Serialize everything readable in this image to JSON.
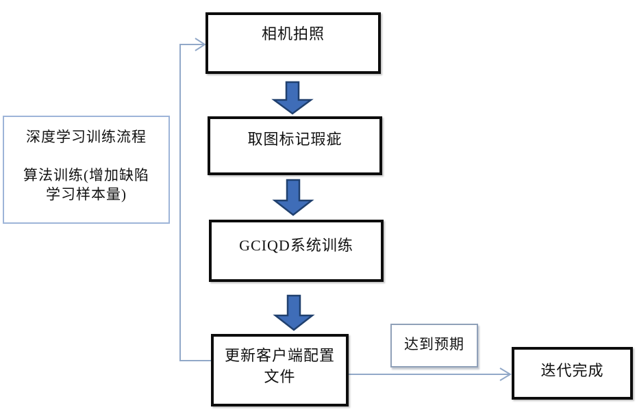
{
  "diagram": {
    "note_box": {
      "lines": [
        "深度学习训练流程",
        "算法训练(增加缺陷",
        "学习样本量)"
      ]
    },
    "nodes": {
      "camera": {
        "label": "相机拍照"
      },
      "mark": {
        "label": "取图标记瑕疵"
      },
      "train": {
        "label": "GCIQD系统训练"
      },
      "update": {
        "lines": [
          "更新客户端配置",
          "文件"
        ]
      },
      "expected": {
        "label": "达到预期"
      },
      "done": {
        "label": "迭代完成"
      }
    },
    "icons": {
      "block_arrow_down": "⬇",
      "thin_arrow_right": "→"
    },
    "colors": {
      "block_arrow_fill": "#3f6db8",
      "block_arrow_border": "#20406e",
      "connector": "#91a8c8",
      "box_border": "#0d0d0d",
      "note_border": "#9db4d8"
    }
  }
}
